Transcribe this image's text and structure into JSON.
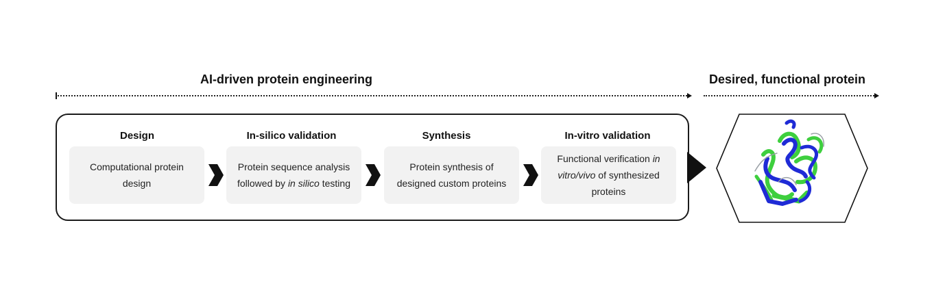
{
  "headings": {
    "main": "AI-driven protein engineering",
    "result": "Desired, functional protein"
  },
  "steps": [
    {
      "title": "Design",
      "desc_parts": [
        {
          "t": "Computational protein design",
          "i": false
        }
      ]
    },
    {
      "title": "In-silico validation",
      "desc_parts": [
        {
          "t": "Protein sequence analysis followed by ",
          "i": false
        },
        {
          "t": "in silico",
          "i": true
        },
        {
          "t": " testing",
          "i": false
        }
      ]
    },
    {
      "title": "Synthesis",
      "desc_parts": [
        {
          "t": "Protein synthesis of designed custom proteins",
          "i": false
        }
      ]
    },
    {
      "title": "In-vitro validation",
      "desc_parts": [
        {
          "t": "Functional verification ",
          "i": false
        },
        {
          "t": "in vitro/vivo",
          "i": true
        },
        {
          "t": " of synthesized proteins",
          "i": false
        }
      ]
    }
  ],
  "colors": {
    "box_fill": "#f2f2f2",
    "protein_blue": "#1f2bd6",
    "protein_green": "#3ecf3e"
  },
  "icons": {
    "connector": "chevron-arrow-icon",
    "result_image": "protein-structure-icon"
  }
}
